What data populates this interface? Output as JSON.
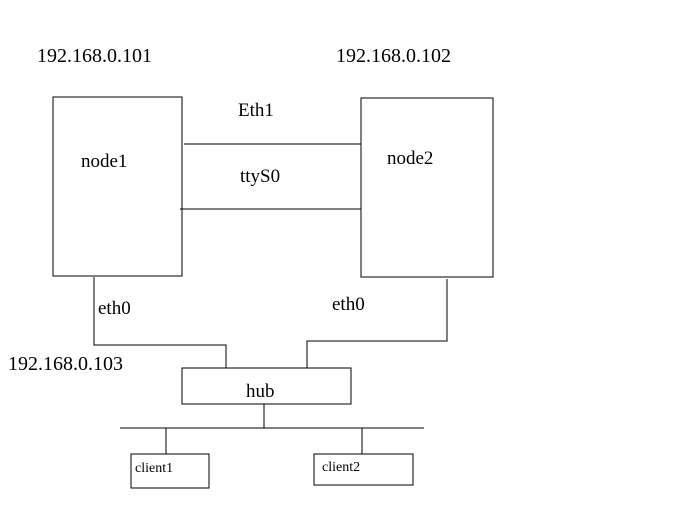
{
  "labels": {
    "ip_node1": "192.168.0.101",
    "ip_node2": "192.168.0.102",
    "ip_hub": "192.168.0.103",
    "link_eth1": "Eth1",
    "link_ttys0": "ttyS0",
    "node1": "node1",
    "node2": "node2",
    "node1_eth0": "eth0",
    "node2_eth0": "eth0",
    "hub": "hub",
    "client1": "client1",
    "client2": "client2"
  }
}
